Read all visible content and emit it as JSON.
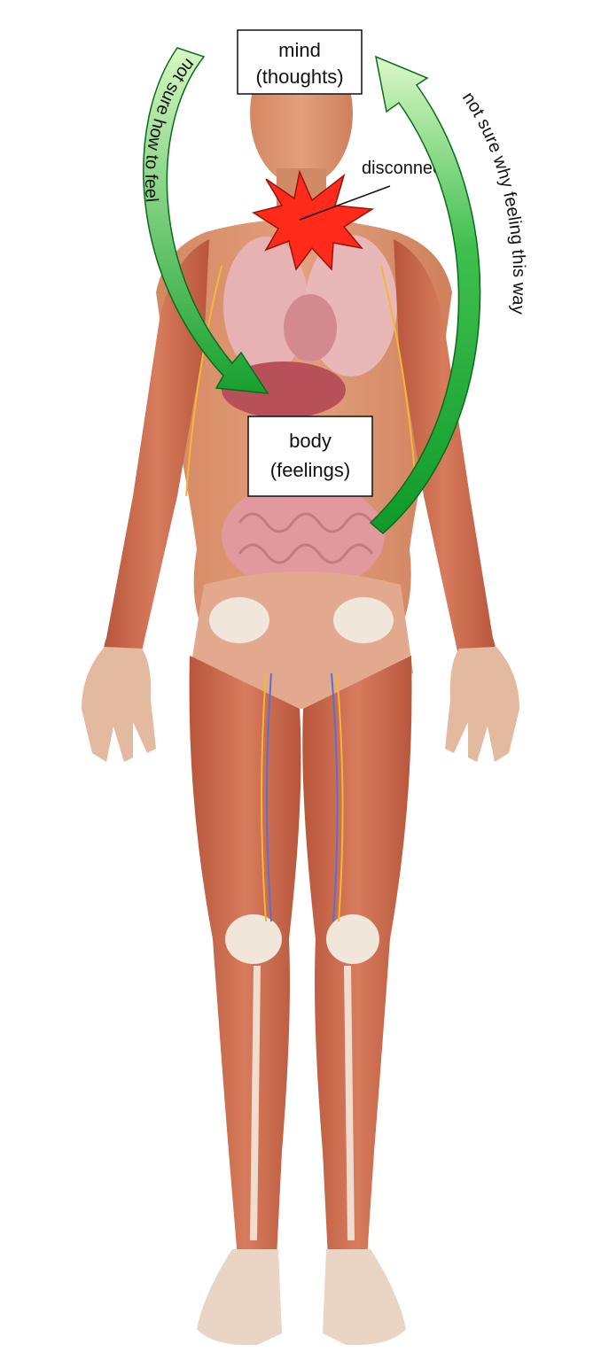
{
  "diagram": {
    "mind_box": {
      "line1": "mind",
      "line2": "(thoughts)"
    },
    "body_box": {
      "line1": "body",
      "line2": "(feelings)"
    },
    "disconnect_label": "disconnect",
    "left_arrow_label": "not sure how to feel",
    "right_arrow_label": "not sure why feeling this way"
  },
  "colors": {
    "arrow_light": "#c8f2b0",
    "arrow_dark": "#1a9e2e",
    "burst": "#ff2a1a",
    "skin": "#d99a78",
    "muscle": "#c4654a",
    "organ": "#e0a0a4"
  }
}
